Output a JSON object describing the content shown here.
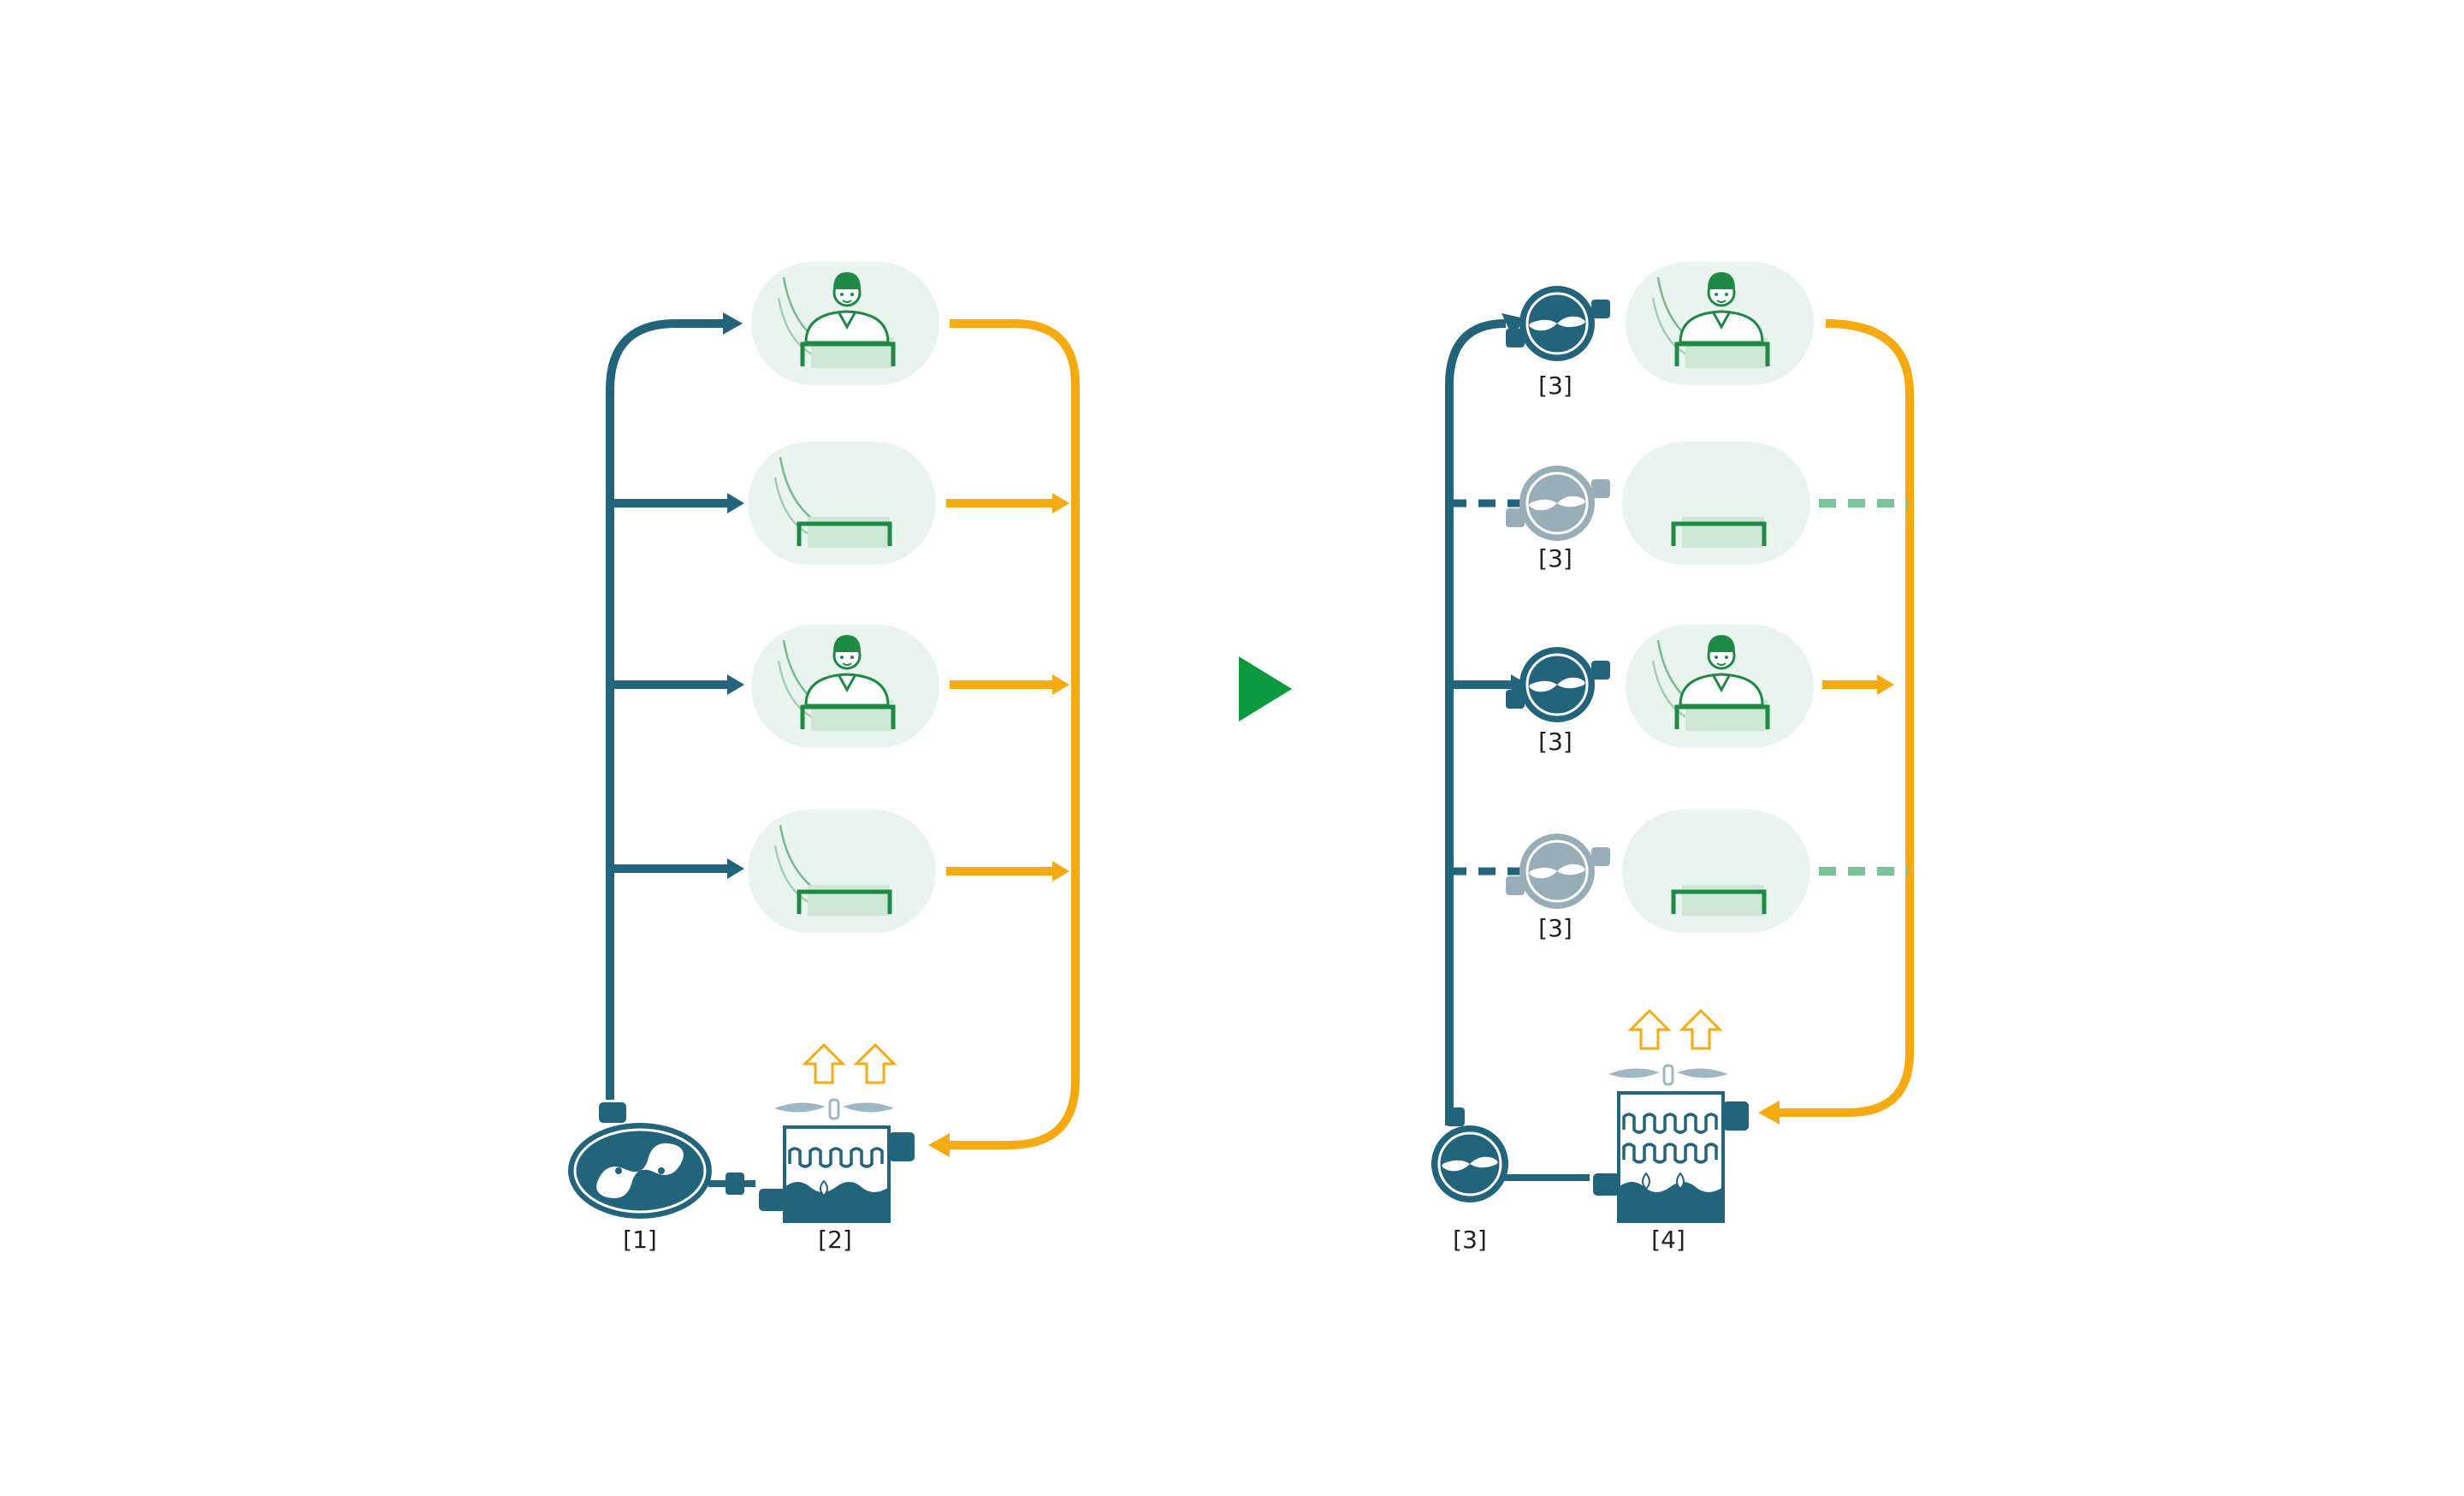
{
  "colors": {
    "supply": "#22647C",
    "return": "#F6AA10",
    "station_bg": "#EAF4EE",
    "worker": "#1E8A46",
    "inactive_line": "#7BC49A",
    "inactive_pump": "#97AEB8",
    "arrow": "#0B9A3E",
    "fan": "#9DB8C4"
  },
  "before": {
    "labels": {
      "compressor": "[1]",
      "cooler": "[2]"
    },
    "stations": [
      {
        "occupied": true,
        "active": true
      },
      {
        "occupied": false,
        "active": true
      },
      {
        "occupied": true,
        "active": true
      },
      {
        "occupied": false,
        "active": true
      }
    ]
  },
  "transition_icon": "play-arrow-icon",
  "after": {
    "labels": {
      "main_pump": "[3]",
      "cooler": "[4]"
    },
    "stations": [
      {
        "occupied": true,
        "active": true,
        "pump_label": "[3]"
      },
      {
        "occupied": false,
        "active": false,
        "pump_label": "[3]"
      },
      {
        "occupied": true,
        "active": true,
        "pump_label": "[3]"
      },
      {
        "occupied": false,
        "active": false,
        "pump_label": "[3]"
      }
    ]
  }
}
